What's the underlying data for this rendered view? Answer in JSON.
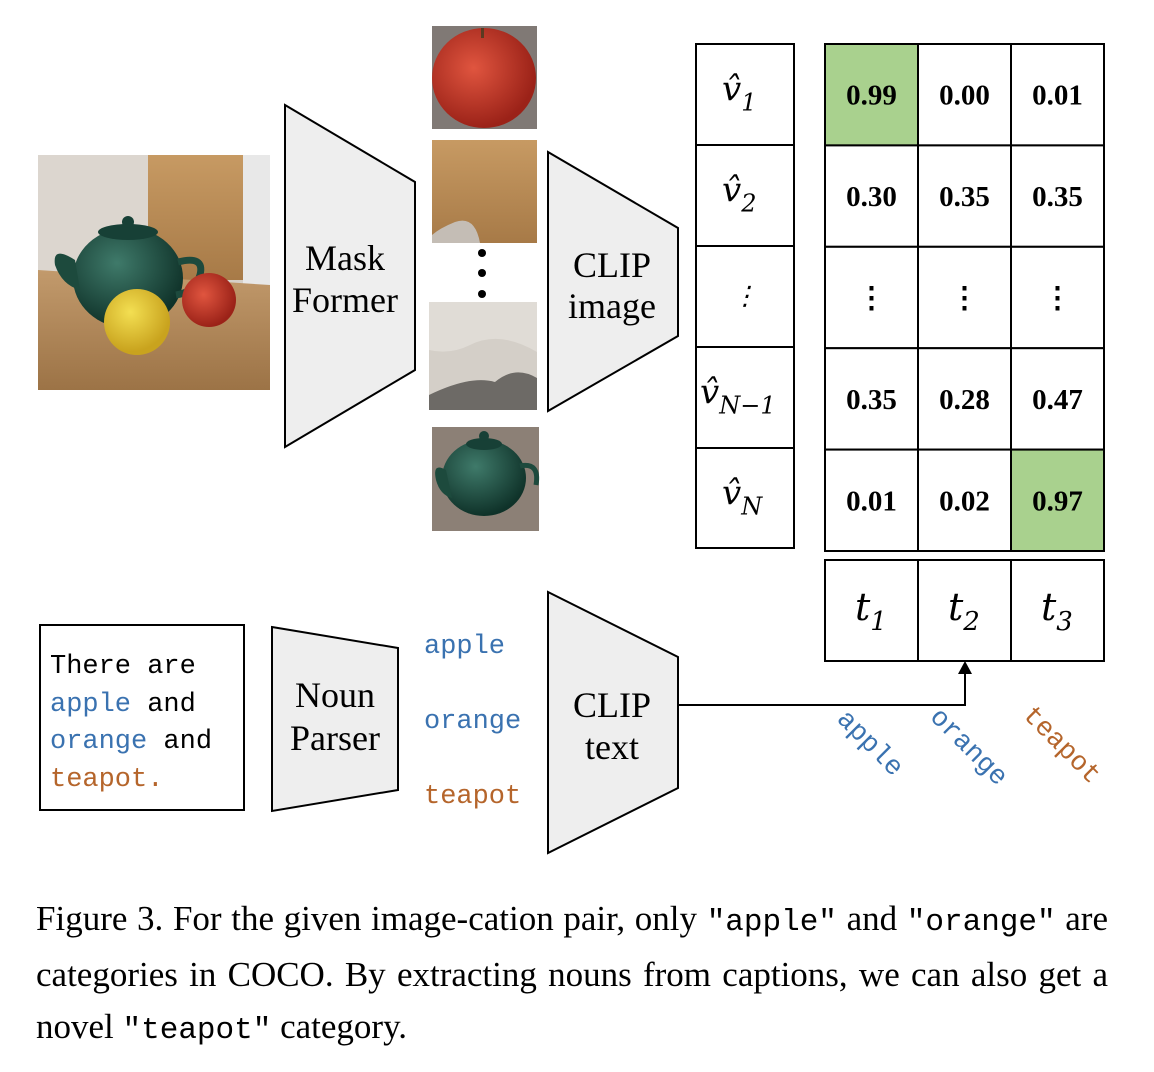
{
  "modules": {
    "mask_former": [
      "Mask",
      "Former"
    ],
    "clip_image": [
      "CLIP",
      "image"
    ],
    "noun_parser": [
      "Noun",
      "Parser"
    ],
    "clip_text": [
      "CLIP",
      "text"
    ]
  },
  "input_text": {
    "line1": "There are",
    "w_apple": "apple",
    "w_and1": "and",
    "w_orange": "orange",
    "w_and2": "and",
    "w_teapot": "teapot."
  },
  "parsed_nouns": [
    "apple",
    "orange",
    "teapot"
  ],
  "rotated_labels": [
    "apple",
    "orange",
    "teapot"
  ],
  "vis_embeddings": [
    {
      "sym": "v̂",
      "sub": "1"
    },
    {
      "sym": "v̂",
      "sub": "2"
    },
    {
      "sym": "⋮",
      "sub": ""
    },
    {
      "sym": "v̂",
      "sub": "N−1"
    },
    {
      "sym": "v̂",
      "sub": "N"
    }
  ],
  "score_matrix": [
    [
      "0.99",
      "0.00",
      "0.01"
    ],
    [
      "0.30",
      "0.35",
      "0.35"
    ],
    [
      "⋮",
      "⋮",
      "⋮"
    ],
    [
      "0.35",
      "0.28",
      "0.47"
    ],
    [
      "0.01",
      "0.02",
      "0.97"
    ]
  ],
  "text_embeddings": [
    {
      "sym": "t",
      "sub": "1"
    },
    {
      "sym": "t",
      "sub": "2"
    },
    {
      "sym": "t",
      "sub": "3"
    }
  ],
  "colors": {
    "highlight": "#a9d18e",
    "blue_text": "#3a72b0",
    "orange_text": "#b5652b",
    "trapezoid_fill": "#eeeeee"
  },
  "caption": {
    "p1": "Figure 3.  For the given image-cation pair, only ",
    "c1": "\"apple\"",
    "p2": " and ",
    "c2": "\"orange\"",
    "p3": " are categories in COCO. By extracting nouns from captions, we can also get a novel ",
    "c3": "\"teapot\"",
    "p4": " category."
  }
}
